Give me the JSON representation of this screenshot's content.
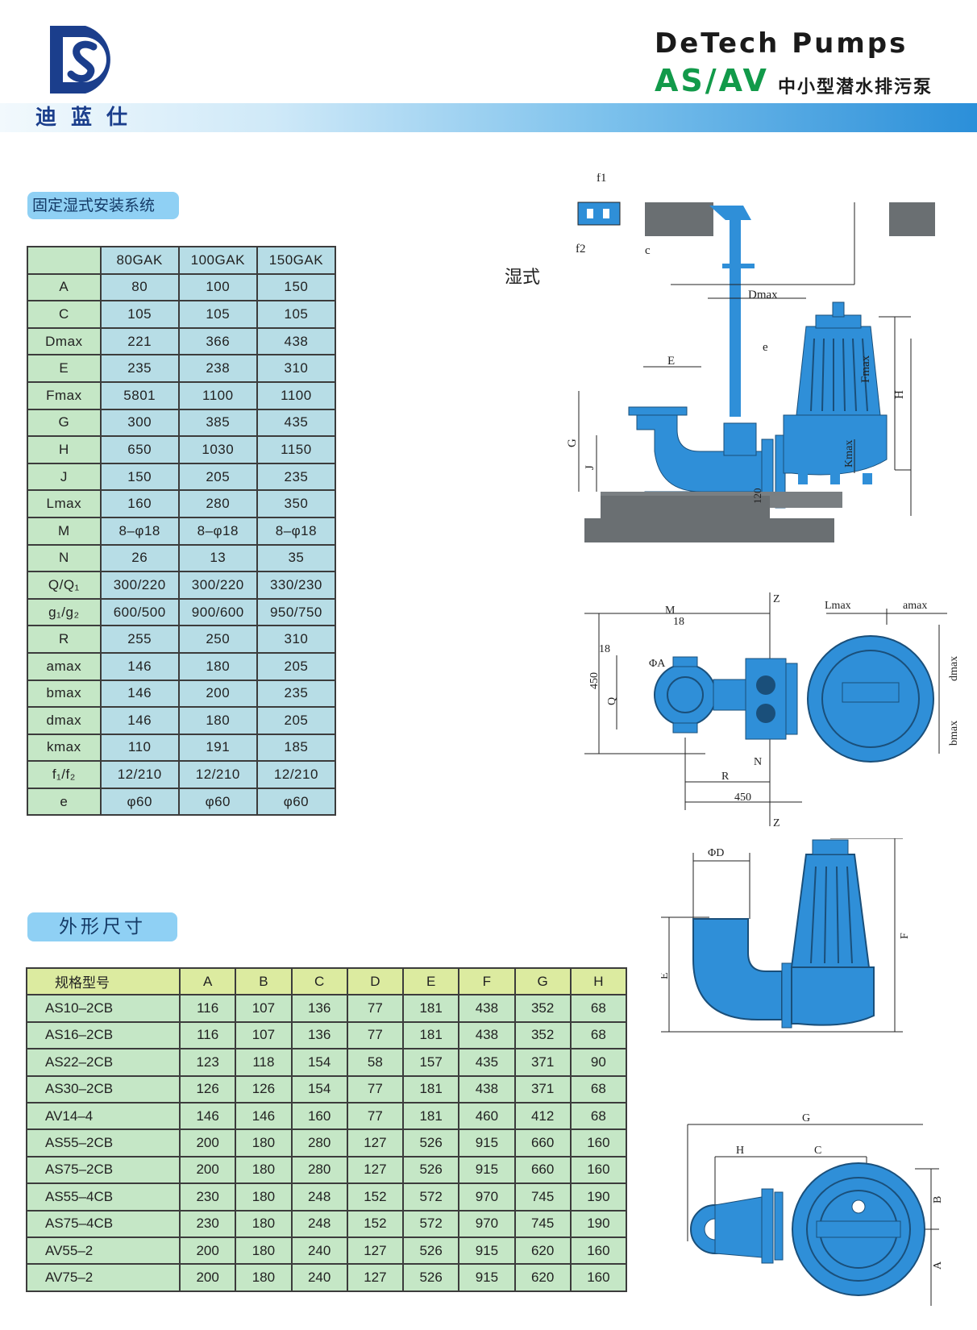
{
  "header": {
    "brand_name": "迪蓝仕",
    "company": "DeTech Pumps",
    "model": "AS/AV",
    "subtitle": "中小型潜水排污泵",
    "colors": {
      "brand_blue": "#1b3e8c",
      "model_green": "#129a4a",
      "banner_blue": "#2b8fd9"
    }
  },
  "install_section": {
    "title": "固定湿式安装系统",
    "mode_label": "湿式",
    "columns": [
      "80GAK",
      "100GAK",
      "150GAK"
    ],
    "rows": [
      {
        "label": "A",
        "values": [
          "80",
          "100",
          "150"
        ]
      },
      {
        "label": "C",
        "values": [
          "105",
          "105",
          "105"
        ]
      },
      {
        "label": "Dmax",
        "values": [
          "221",
          "366",
          "438"
        ]
      },
      {
        "label": "E",
        "values": [
          "235",
          "238",
          "310"
        ]
      },
      {
        "label": "Fmax",
        "values": [
          "5801",
          "1100",
          "1100"
        ]
      },
      {
        "label": "G",
        "values": [
          "300",
          "385",
          "435"
        ]
      },
      {
        "label": "H",
        "values": [
          "650",
          "1030",
          "1150"
        ]
      },
      {
        "label": "J",
        "values": [
          "150",
          "205",
          "235"
        ]
      },
      {
        "label": "Lmax",
        "values": [
          "160",
          "280",
          "350"
        ]
      },
      {
        "label": "M",
        "values": [
          "8–φ18",
          "8–φ18",
          "8–φ18"
        ]
      },
      {
        "label": "N",
        "values": [
          "26",
          "13",
          "35"
        ]
      },
      {
        "label": "Q/Q₁",
        "values": [
          "300/220",
          "300/220",
          "330/230"
        ]
      },
      {
        "label": "g₁/g₂",
        "values": [
          "600/500",
          "900/600",
          "950/750"
        ]
      },
      {
        "label": "R",
        "values": [
          "255",
          "250",
          "310"
        ]
      },
      {
        "label": "amax",
        "values": [
          "146",
          "180",
          "205"
        ]
      },
      {
        "label": "bmax",
        "values": [
          "146",
          "200",
          "235"
        ]
      },
      {
        "label": "dmax",
        "values": [
          "146",
          "180",
          "205"
        ]
      },
      {
        "label": "kmax",
        "values": [
          "110",
          "191",
          "185"
        ]
      },
      {
        "label": "f₁/f₂",
        "values": [
          "12/210",
          "12/210",
          "12/210"
        ]
      },
      {
        "label": "e",
        "values": [
          "φ60",
          "φ60",
          "φ60"
        ]
      }
    ]
  },
  "dimension_section": {
    "title": "外形尺寸",
    "model_header": "规格型号",
    "columns": [
      "A",
      "B",
      "C",
      "D",
      "E",
      "F",
      "G",
      "H"
    ],
    "rows": [
      {
        "model": "AS10–2CB",
        "values": [
          "116",
          "107",
          "136",
          "77",
          "181",
          "438",
          "352",
          "68"
        ]
      },
      {
        "model": "AS16–2CB",
        "values": [
          "116",
          "107",
          "136",
          "77",
          "181",
          "438",
          "352",
          "68"
        ]
      },
      {
        "model": "AS22–2CB",
        "values": [
          "123",
          "118",
          "154",
          "58",
          "157",
          "435",
          "371",
          "90"
        ]
      },
      {
        "model": "AS30–2CB",
        "values": [
          "126",
          "126",
          "154",
          "77",
          "181",
          "438",
          "371",
          "68"
        ]
      },
      {
        "model": "AV14–4",
        "values": [
          "146",
          "146",
          "160",
          "77",
          "181",
          "460",
          "412",
          "68"
        ]
      },
      {
        "model": "AS55–2CB",
        "values": [
          "200",
          "180",
          "280",
          "127",
          "526",
          "915",
          "660",
          "160"
        ]
      },
      {
        "model": "AS75–2CB",
        "values": [
          "200",
          "180",
          "280",
          "127",
          "526",
          "915",
          "660",
          "160"
        ]
      },
      {
        "model": "AS55–4CB",
        "values": [
          "230",
          "180",
          "248",
          "152",
          "572",
          "970",
          "745",
          "190"
        ]
      },
      {
        "model": "AS75–4CB",
        "values": [
          "230",
          "180",
          "248",
          "152",
          "572",
          "970",
          "745",
          "190"
        ]
      },
      {
        "model": "AV55–2",
        "values": [
          "200",
          "180",
          "240",
          "127",
          "526",
          "915",
          "620",
          "160"
        ]
      },
      {
        "model": "AV75–2",
        "values": [
          "200",
          "180",
          "240",
          "127",
          "526",
          "915",
          "620",
          "160"
        ]
      }
    ]
  },
  "diagrams": {
    "side_view": {
      "labels": [
        "f1",
        "f2",
        "c",
        "Dmax",
        "e",
        "E",
        "Fmax",
        "H",
        "G",
        "J",
        "Kmax",
        "120"
      ]
    },
    "top_view": {
      "labels": [
        "Z",
        "Lmax",
        "amax",
        "18",
        "M",
        "ΦA",
        "450",
        "Q",
        "dmax",
        "bmax",
        "N",
        "R",
        "450",
        "Z"
      ]
    },
    "pump_side": {
      "labels": [
        "ΦD",
        "E",
        "F"
      ]
    },
    "pump_top": {
      "labels": [
        "G",
        "H",
        "C",
        "B",
        "A"
      ]
    }
  }
}
